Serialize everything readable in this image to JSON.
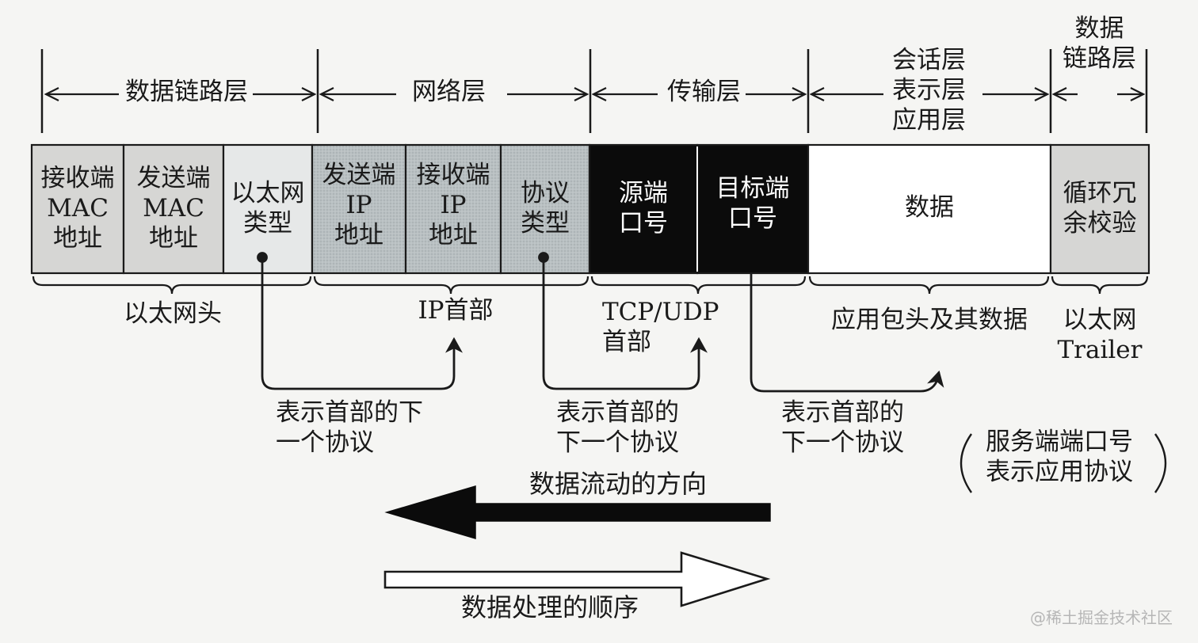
{
  "layers": {
    "datalink_left": "数据链路层",
    "network": "网络层",
    "transport": "传输层",
    "upper": "会话层\n表示层\n应用层",
    "datalink_right": "数据\n链路层"
  },
  "fields": [
    {
      "key": "dst_mac",
      "text": "接收端\nMAC\n地址"
    },
    {
      "key": "src_mac",
      "text": "发送端\nMAC\n地址"
    },
    {
      "key": "eth_type",
      "text": "以太网\n类型"
    },
    {
      "key": "src_ip",
      "text": "发送端\nIP\n地址"
    },
    {
      "key": "dst_ip",
      "text": "接收端\nIP\n地址"
    },
    {
      "key": "proto_type",
      "text": "协议\n类型"
    },
    {
      "key": "src_port",
      "text": "源端\n口号"
    },
    {
      "key": "dst_port",
      "text": "目标端\n口号"
    },
    {
      "key": "data",
      "text": "数据"
    },
    {
      "key": "crc",
      "text": "循环冗\n余校验"
    }
  ],
  "braces": {
    "eth_header": "以太网头",
    "ip_header": "IP首部",
    "tcp_udp_header": "TCP/UDP\n首部",
    "app_data": "应用包头及其数据",
    "eth_trailer": "以太网\nTrailer"
  },
  "notes": {
    "next_protocol_1": "表示首部的下\n一个协议",
    "next_protocol_2": "表示首部的\n下一个协议",
    "next_protocol_3": "表示首部的\n下一个协议",
    "server_port": "服务端端口号\n表示应用协议"
  },
  "flows": {
    "data_flow": "数据流动的方向",
    "processing_order": "数据处理的顺序"
  },
  "watermark": "@稀土掘金技术社区",
  "colors": {
    "light_gray": "#d6d6d4",
    "pale_gray": "#e6e8e8",
    "hatched_gray": "#b9c0c2",
    "black": "#0b0b0b",
    "white": "#ffffff",
    "ink": "#1a1a1a"
  }
}
